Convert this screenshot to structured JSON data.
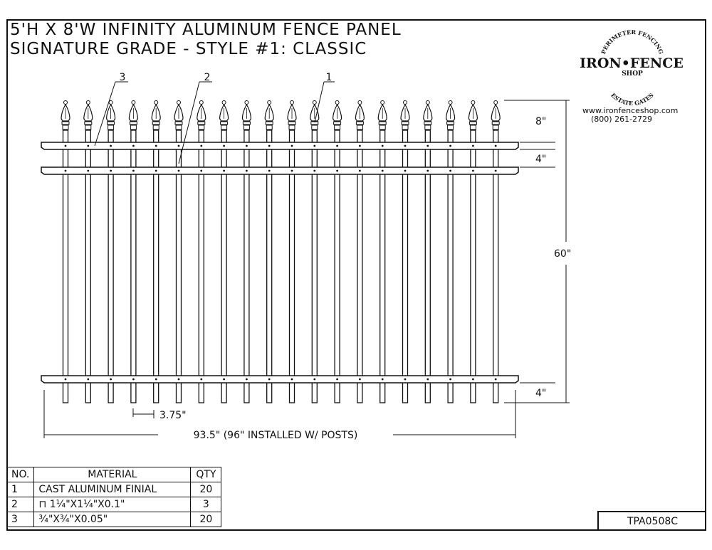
{
  "title": {
    "line1": "5'H X 8'W INFINITY ALUMINUM FENCE PANEL",
    "line2": "SIGNATURE GRADE - STYLE #1: CLASSIC"
  },
  "logo": {
    "arc_top": "PERIMETER FENCING",
    "brand": "IRON•FENCE",
    "sub": "SHOP",
    "arc_bottom": "ESTATE GATES"
  },
  "contact": {
    "website": "www.ironfenceshop.com",
    "phone": "(800) 261-2729"
  },
  "callouts": [
    "1",
    "2",
    "3"
  ],
  "dimensions": {
    "finial_height": "8\"",
    "rail_gap_top": "4\"",
    "overall_height": "60\"",
    "bottom_extension": "4\"",
    "picket_spacing": "3.75\"",
    "overall_width": "93.5\" (96\" INSTALLED W/ POSTS)"
  },
  "drawing": {
    "picket_count": 20
  },
  "bom": {
    "headers": {
      "no": "NO.",
      "material": "MATERIAL",
      "qty": "QTY"
    },
    "rows": [
      {
        "no": "1",
        "material": "CAST ALUMINUM FINIAL",
        "qty": "20"
      },
      {
        "no": "2",
        "material": "⊓ 1¼\"X1¼\"X0.1\"",
        "qty": "3"
      },
      {
        "no": "3",
        "material": "¾\"X¾\"X0.05\"",
        "qty": "20"
      }
    ]
  },
  "document_number": "TPA0508C"
}
